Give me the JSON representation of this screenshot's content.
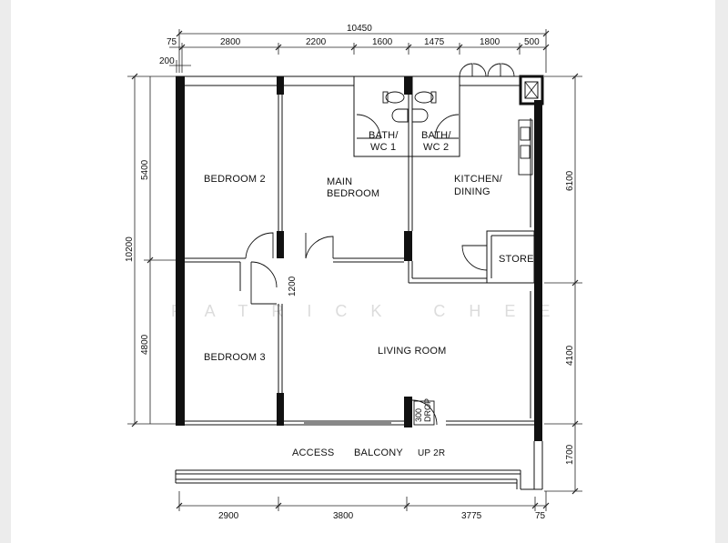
{
  "plan": {
    "watermark": "PATRICK CHEE",
    "rooms": {
      "bedroom2": "BEDROOM 2",
      "main_bedroom_line1": "MAIN",
      "main_bedroom_line2": "BEDROOM",
      "bath1_line1": "BATH/",
      "bath1_line2": "WC 1",
      "bath2_line1": "BATH/",
      "bath2_line2": "WC 2",
      "kitchen_line1": "KITCHEN/",
      "kitchen_line2": "DINING",
      "store": "STORE",
      "bedroom3": "BEDROOM 3",
      "living_room": "LIVING ROOM",
      "access": "ACCESS",
      "balcony": "BALCONY",
      "up": "UP 2R",
      "drop_a": "300",
      "drop_b": "DROP"
    },
    "dimensions": {
      "overall_width": "10450",
      "top": [
        "75",
        "2800",
        "2200",
        "1600",
        "1475",
        "1800",
        "500"
      ],
      "small_200": "200",
      "left_total": "10200",
      "left_upper": "5400",
      "left_lower": "4800",
      "door_1200": "1200",
      "right": [
        "6100",
        "4100",
        "1700"
      ],
      "bottom": [
        "2900",
        "3800",
        "3775",
        "75"
      ]
    }
  }
}
